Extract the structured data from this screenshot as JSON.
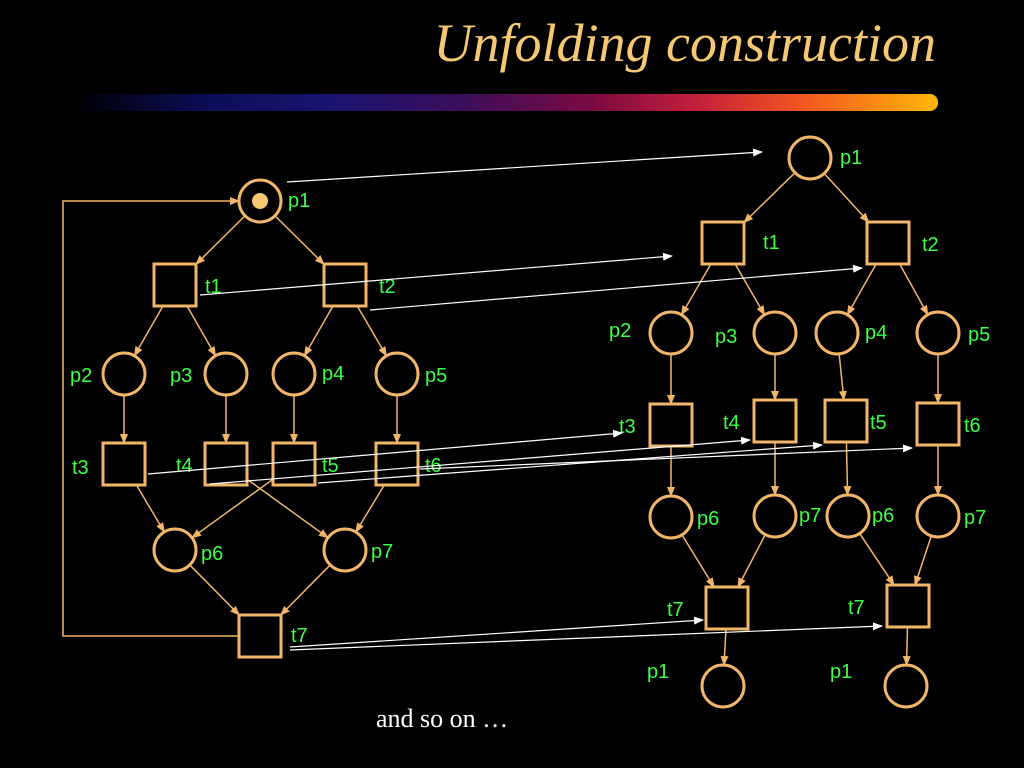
{
  "slide": {
    "title": "Unfolding construction",
    "footer": "and so on …",
    "colors": {
      "background": "#000000",
      "title": "#f7c873",
      "node": "#f2b66a",
      "label": "#3cff46",
      "mapping_arrow": "#ffffff",
      "token": "#f7c873"
    }
  },
  "petri_net": {
    "nodes": [
      {
        "id": "p1",
        "type": "place",
        "label": "p1",
        "marked": true
      },
      {
        "id": "t1",
        "type": "transition",
        "label": "t1"
      },
      {
        "id": "t2",
        "type": "transition",
        "label": "t2"
      },
      {
        "id": "p2",
        "type": "place",
        "label": "p2"
      },
      {
        "id": "p3",
        "type": "place",
        "label": "p3"
      },
      {
        "id": "p4",
        "type": "place",
        "label": "p4"
      },
      {
        "id": "p5",
        "type": "place",
        "label": "p5"
      },
      {
        "id": "t3",
        "type": "transition",
        "label": "t3"
      },
      {
        "id": "t4",
        "type": "transition",
        "label": "t4"
      },
      {
        "id": "t5",
        "type": "transition",
        "label": "t5"
      },
      {
        "id": "t6",
        "type": "transition",
        "label": "t6"
      },
      {
        "id": "p6",
        "type": "place",
        "label": "p6"
      },
      {
        "id": "p7",
        "type": "place",
        "label": "p7"
      },
      {
        "id": "t7",
        "type": "transition",
        "label": "t7"
      }
    ],
    "edges": [
      [
        "p1",
        "t1"
      ],
      [
        "p1",
        "t2"
      ],
      [
        "t1",
        "p2"
      ],
      [
        "t1",
        "p3"
      ],
      [
        "t2",
        "p4"
      ],
      [
        "t2",
        "p5"
      ],
      [
        "p2",
        "t3"
      ],
      [
        "p3",
        "t4"
      ],
      [
        "p4",
        "t5"
      ],
      [
        "p5",
        "t6"
      ],
      [
        "t3",
        "p6"
      ],
      [
        "t4",
        "p7"
      ],
      [
        "t5",
        "p6"
      ],
      [
        "t6",
        "p7"
      ],
      [
        "p6",
        "t7"
      ],
      [
        "p7",
        "t7"
      ],
      [
        "t7",
        "p1"
      ]
    ]
  },
  "unfolding": {
    "nodes": [
      {
        "id": "u_p1",
        "type": "place",
        "label": "p1"
      },
      {
        "id": "u_t1",
        "type": "transition",
        "label": "t1"
      },
      {
        "id": "u_t2",
        "type": "transition",
        "label": "t2"
      },
      {
        "id": "u_p2",
        "type": "place",
        "label": "p2"
      },
      {
        "id": "u_p3",
        "type": "place",
        "label": "p3"
      },
      {
        "id": "u_p4",
        "type": "place",
        "label": "p4"
      },
      {
        "id": "u_p5",
        "type": "place",
        "label": "p5"
      },
      {
        "id": "u_t3",
        "type": "transition",
        "label": "t3"
      },
      {
        "id": "u_t4",
        "type": "transition",
        "label": "t4"
      },
      {
        "id": "u_t5",
        "type": "transition",
        "label": "t5"
      },
      {
        "id": "u_t6",
        "type": "transition",
        "label": "t6"
      },
      {
        "id": "u_p6a",
        "type": "place",
        "label": "p6"
      },
      {
        "id": "u_p7a",
        "type": "place",
        "label": "p7"
      },
      {
        "id": "u_p6b",
        "type": "place",
        "label": "p6"
      },
      {
        "id": "u_p7b",
        "type": "place",
        "label": "p7"
      },
      {
        "id": "u_t7a",
        "type": "transition",
        "label": "t7"
      },
      {
        "id": "u_t7b",
        "type": "transition",
        "label": "t7"
      },
      {
        "id": "u_p1a",
        "type": "place",
        "label": "p1"
      },
      {
        "id": "u_p1b",
        "type": "place",
        "label": "p1"
      }
    ],
    "edges": [
      [
        "u_p1",
        "u_t1"
      ],
      [
        "u_p1",
        "u_t2"
      ],
      [
        "u_t1",
        "u_p2"
      ],
      [
        "u_t1",
        "u_p3"
      ],
      [
        "u_t2",
        "u_p4"
      ],
      [
        "u_t2",
        "u_p5"
      ],
      [
        "u_p2",
        "u_t3"
      ],
      [
        "u_p3",
        "u_t4"
      ],
      [
        "u_p4",
        "u_t5"
      ],
      [
        "u_p5",
        "u_t6"
      ],
      [
        "u_t3",
        "u_p6a"
      ],
      [
        "u_t4",
        "u_p7a"
      ],
      [
        "u_t5",
        "u_p6b"
      ],
      [
        "u_t6",
        "u_p7b"
      ],
      [
        "u_p6a",
        "u_t7a"
      ],
      [
        "u_p7a",
        "u_t7a"
      ],
      [
        "u_p6b",
        "u_t7b"
      ],
      [
        "u_p7b",
        "u_t7b"
      ],
      [
        "u_t7a",
        "u_p1a"
      ],
      [
        "u_t7b",
        "u_p1b"
      ]
    ]
  },
  "mappings": [
    [
      "p1",
      "u_p1"
    ],
    [
      "t1",
      "u_t1"
    ],
    [
      "t2",
      "u_t2"
    ],
    [
      "t3",
      "u_t3"
    ],
    [
      "t4",
      "u_t4"
    ],
    [
      "t5",
      "u_t5"
    ],
    [
      "t6",
      "u_t6"
    ],
    [
      "t7",
      "u_t7a"
    ],
    [
      "t7",
      "u_t7b"
    ]
  ]
}
